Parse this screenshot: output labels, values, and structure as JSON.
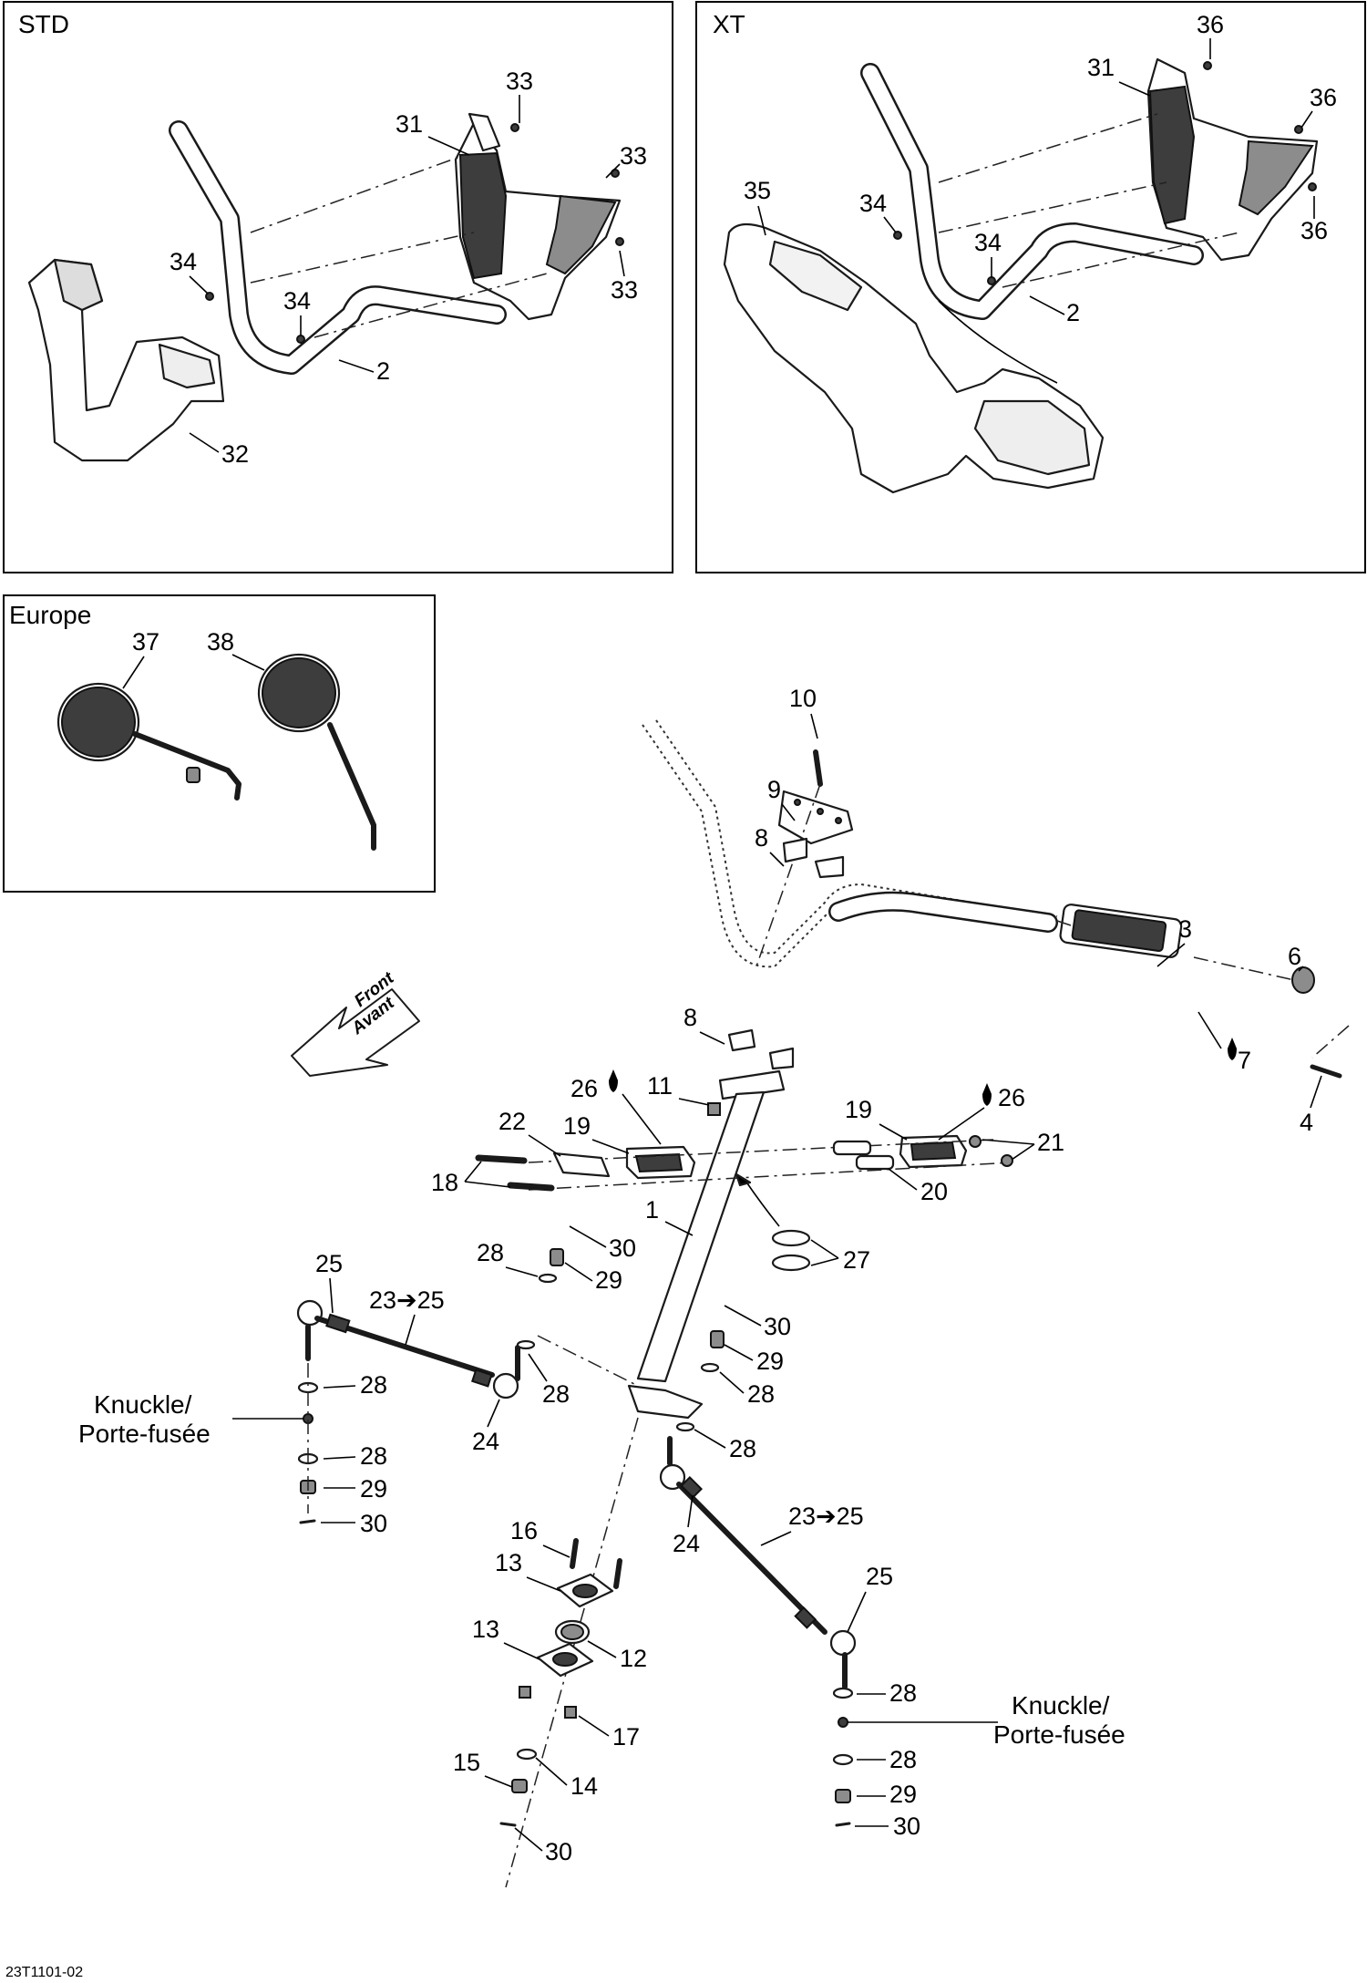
{
  "panels": {
    "std": {
      "title": "STD"
    },
    "xt": {
      "title": "XT"
    },
    "europe": {
      "title": "Europe"
    }
  },
  "front_arrow": {
    "line1": "Front",
    "line2": "Avant"
  },
  "knuckle": {
    "line1": "Knuckle/",
    "line2": "Porte-fusée"
  },
  "drawing_code": "23T1101-02",
  "callouts": {
    "n1": "1",
    "n2": "2",
    "n3": "3",
    "n4": "4",
    "n6": "6",
    "n7": "7",
    "n8": "8",
    "n9": "9",
    "n10": "10",
    "n11": "11",
    "n12": "12",
    "n13": "13",
    "n14": "14",
    "n15": "15",
    "n16": "16",
    "n17": "17",
    "n18": "18",
    "n19": "19",
    "n20": "20",
    "n21": "21",
    "n22": "22",
    "n23_25": "23➔25",
    "n24": "24",
    "n25": "25",
    "n26": "26",
    "n27": "27",
    "n28": "28",
    "n29": "29",
    "n30": "30",
    "n31": "31",
    "n32": "32",
    "n33": "33",
    "n34": "34",
    "n35": "35",
    "n36": "36",
    "n37": "37",
    "n38": "38"
  }
}
